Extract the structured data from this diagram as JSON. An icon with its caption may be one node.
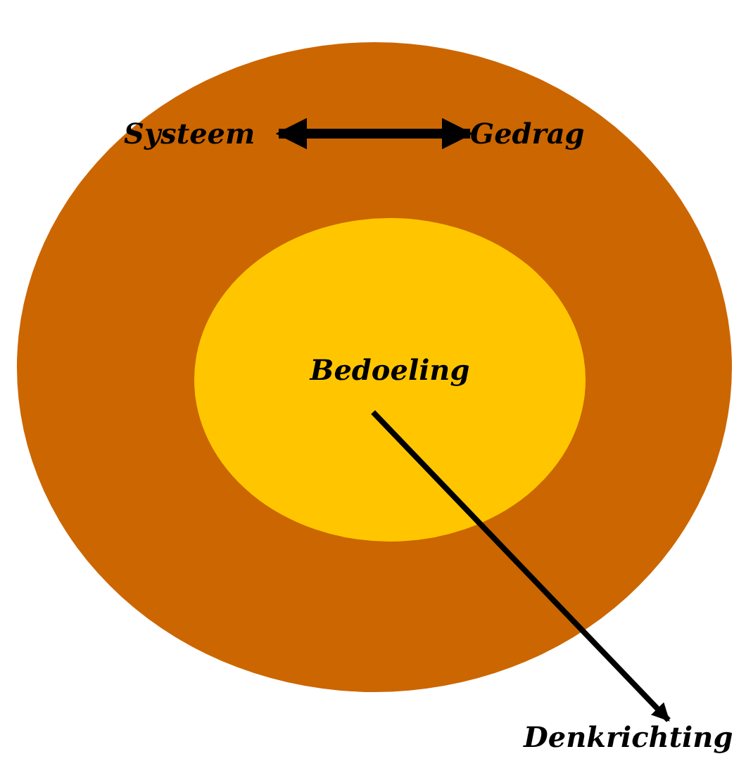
{
  "diagram": {
    "nodes": [
      {
        "text": [],
        "shape": "circle"
      },
      {
        "text": [
          "Systeem"
        ],
        "in": 0
      },
      {
        "text": [
          "Gedrag"
        ],
        "in": 0
      },
      {
        "text": [
          "Bedoeling"
        ],
        "in": 0
      },
      {
        "text": [
          "Denkrichting"
        ]
      }
    ],
    "edges": [
      {
        "from": 1,
        "to": 2,
        "arrow": "both"
      },
      {
        "from": 3,
        "to": 4,
        "arrow": "to"
      }
    ]
  }
}
